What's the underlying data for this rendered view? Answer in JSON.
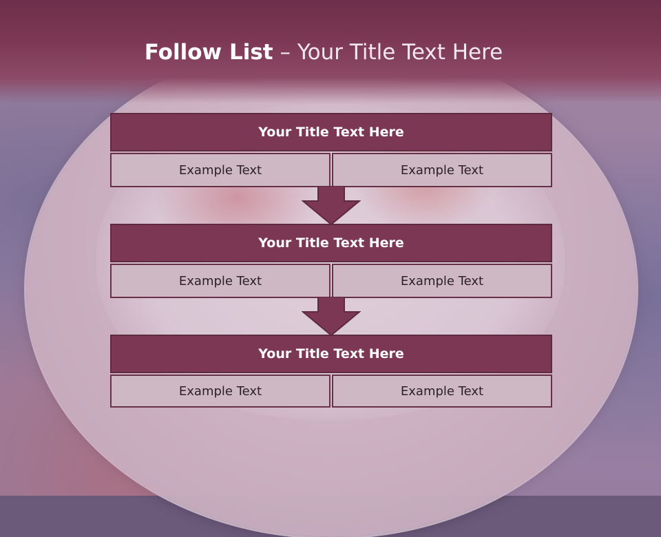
{
  "slide": {
    "title_bold": "Follow List",
    "title_rest": " – Your Title Text Here"
  },
  "blocks": [
    {
      "title": "Your Title Text Here",
      "left": "Example Text",
      "right": "Example Text"
    },
    {
      "title": "Your Title Text Here",
      "left": "Example Text",
      "right": "Example Text"
    },
    {
      "title": "Your Title Text Here",
      "left": "Example Text",
      "right": "Example Text"
    }
  ],
  "colors": {
    "header": "#7c3855",
    "block_title": "#7b3753",
    "cell": "#cdb8c3",
    "arrow": "#7b3753"
  },
  "icons": [
    "down-arrow-icon",
    "down-arrow-icon"
  ]
}
